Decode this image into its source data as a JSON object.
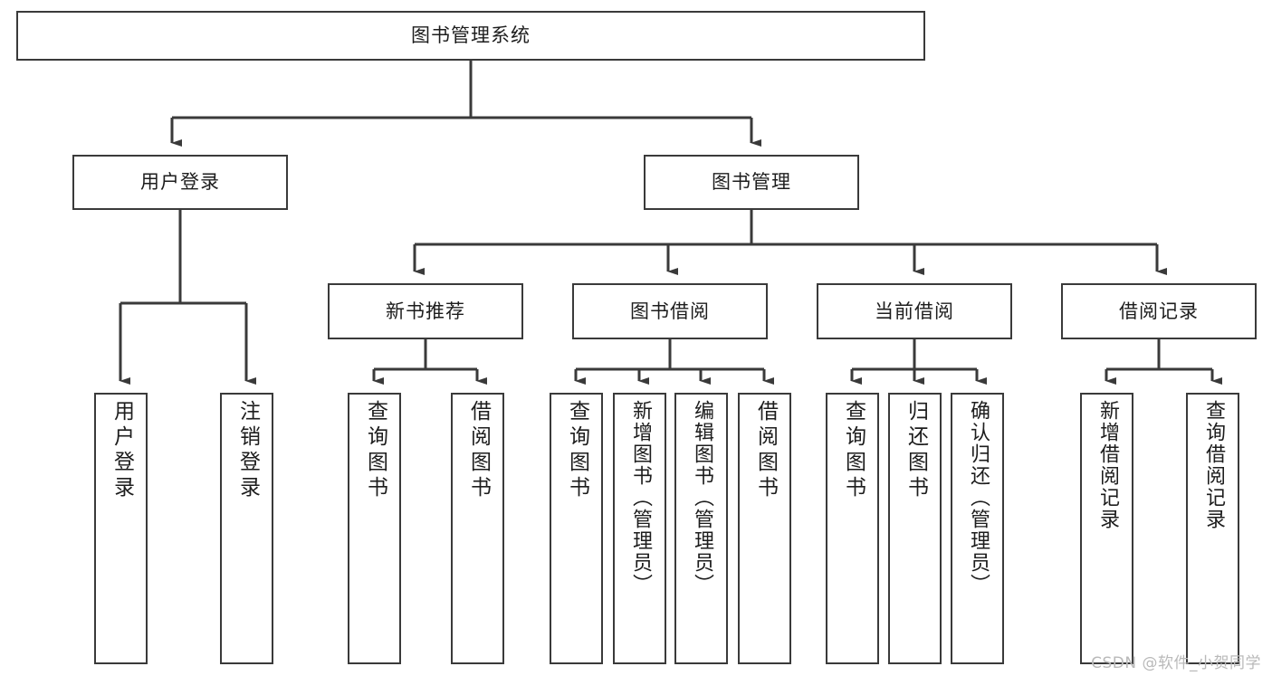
{
  "diagram": {
    "title": "图书管理系统",
    "type": "tree",
    "root": {
      "label": "图书管理系统"
    },
    "level2": [
      {
        "label": "用户登录"
      },
      {
        "label": "图书管理"
      }
    ],
    "level3": [
      {
        "label": "新书推荐"
      },
      {
        "label": "图书借阅"
      },
      {
        "label": "当前借阅"
      },
      {
        "label": "借阅记录"
      }
    ],
    "leaves": {
      "user_login": [
        {
          "label": "用户登录"
        },
        {
          "label": "注销登录"
        }
      ],
      "new_book_recommend": [
        {
          "label": "查询图书"
        },
        {
          "label": "借阅图书"
        }
      ],
      "book_borrow": [
        {
          "label": "查询图书"
        },
        {
          "label": "新增图书（管理员）"
        },
        {
          "label": "编辑图书（管理员）"
        },
        {
          "label": "借阅图书"
        }
      ],
      "current_borrow": [
        {
          "label": "查询图书"
        },
        {
          "label": "归还图书"
        },
        {
          "label": "确认归还（管理员）"
        }
      ],
      "borrow_record": [
        {
          "label": "新增借阅记录"
        },
        {
          "label": "查询借阅记录"
        }
      ]
    }
  },
  "watermark": {
    "text": "CSDN @软件_小贺同学"
  },
  "colors": {
    "stroke": "#3a3a3a",
    "background": "#ffffff",
    "text": "#1d1d1d",
    "watermark": "#b9b9b9"
  }
}
